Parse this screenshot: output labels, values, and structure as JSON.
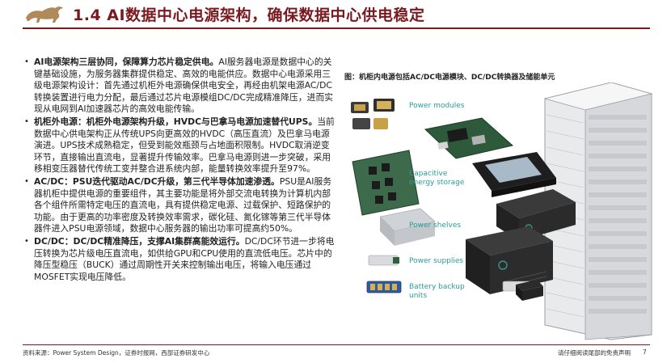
{
  "header": {
    "title": "1.4 AI数据中心电源架构，确保数据中心供电稳定"
  },
  "body": {
    "paragraphs": [
      {
        "lead": "AI电源架构三层协同，保障算力芯片稳定供电。",
        "text": "AI服务器电源是数据中心的关键基础设施，为服务器集群提供稳定、高效的电能供应。数据中心电源采用三级电源架构设计：首先通过机柜外电源确保供电安全，再经由机架电源AC/DC转换装置进行电力分配，最后通过芯片电源模组DC/DC完成精准降压，进而实现从电网到AI加速器芯片的高效电能传输。"
      },
      {
        "lead": "机柜外电源：机柜外电源架构升级，HVDC与巴拿马电源加速替代UPS。",
        "text": "当前数据中心供电架构正从传统UPS向更高效的HVDC（高压直流）及巴拿马电源演进。UPS技术成熟稳定，但受到能效瓶颈与占地面积限制。HVDC取消逆变环节，直接输出直流电，显著提升传输效率。巴拿马电源则进一步突破，采用移相变压器替代传统工变并整合进系统内部，能量转换效率提升至97%。"
      },
      {
        "lead": "AC/DC：PSU迭代驱动AC/DC升级，第三代半导体加速渗透。",
        "text": "PSU是AI服务器机柜中提供电源的重要组件，其主要功能是将外部交流电转换为计算机内部各个组件所需特定电压的直流电，具有提供稳定电源、过载保护、短路保护的功能。由于更高的功率密度及转换效率需求，碳化硅、氮化镓等第三代半导体器件进入PSU电源领域，数据中心服务器的输出功率可提高约50%。"
      },
      {
        "lead": "DC/DC：DC/DC精准降压，支撑AI集群高能效运行。",
        "text": "DC/DC环节进一步将电压转换为芯片级电压直流电，如供给GPU和CPU使用的直流低电压。芯片中的降压型稳压（BUCK）通过周期性开关来控制输出电压，将输入电压通过MOSFET实现电压降低。"
      }
    ]
  },
  "figure": {
    "caption": "图：机柜内电源包括AC/DC电源模块、DC/DC转换器及储能单元",
    "labels": {
      "power_modules": "Power modules",
      "capacitive": "Capacitive energy storage",
      "power_shelves": "Power shelves",
      "power_supplies": "Power supplies",
      "battery": "Battery backup units"
    },
    "label_color": "#2a9e96"
  },
  "footer": {
    "source": "资料来源：Power System Design，证券时报网，西部证券研发中心",
    "disclaimer": "请仔细阅读尾部的免责声明",
    "page": "7"
  },
  "colors": {
    "accent": "#7a1a1f"
  }
}
